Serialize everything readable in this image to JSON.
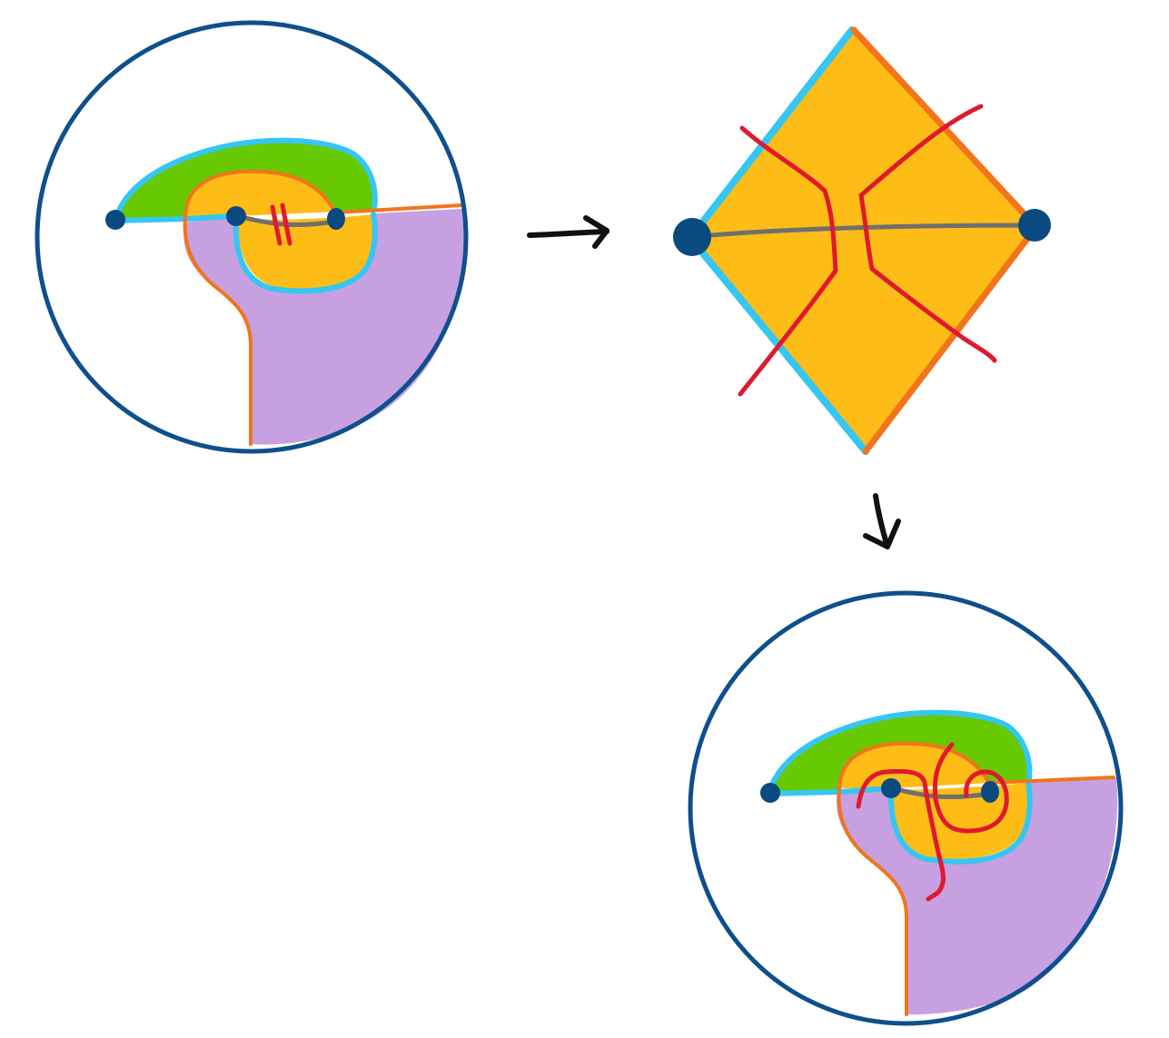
{
  "diagram": {
    "panels": [
      "disk-initial",
      "square-middle",
      "disk-final"
    ],
    "arrows": [
      "right",
      "down"
    ],
    "colors": {
      "boundary": "#0e4f8c",
      "cyan": "#35c6f3",
      "orange": "#f2741c",
      "green": "#66c902",
      "purple": "#c6a0e0",
      "yellow": "#fdbd16",
      "red": "#e0192f",
      "gray": "#6f6f6f",
      "dot": "#0a4a80",
      "arrow": "#111111"
    }
  }
}
